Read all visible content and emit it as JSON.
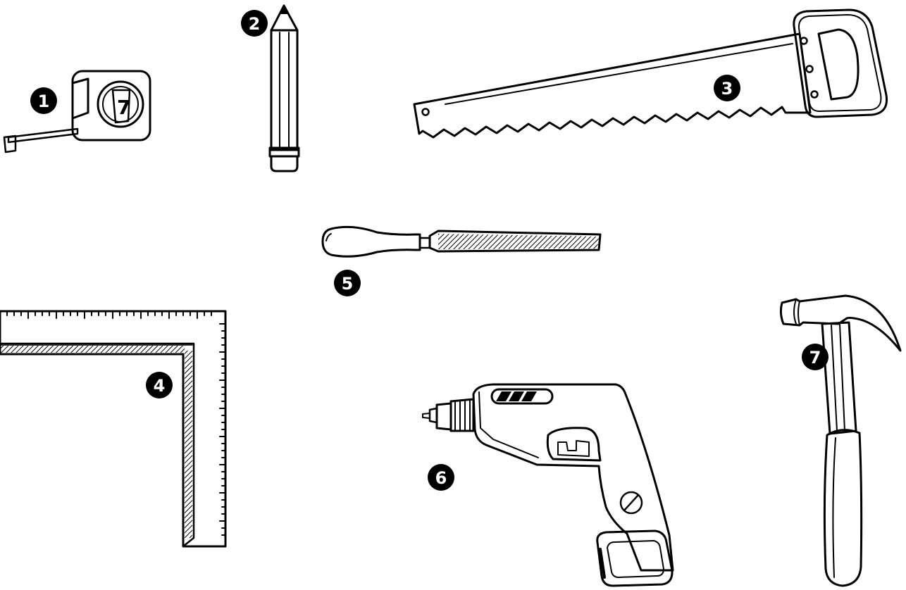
{
  "colors": {
    "ink": "#000000",
    "paper": "#ffffff",
    "badge": "#000000",
    "badge_text": "#ffffff"
  },
  "tools": [
    {
      "id": "tape-measure",
      "number": "1",
      "glyph": "7"
    },
    {
      "id": "pencil",
      "number": "2"
    },
    {
      "id": "hand-saw",
      "number": "3"
    },
    {
      "id": "framing-square",
      "number": "4"
    },
    {
      "id": "file",
      "number": "5"
    },
    {
      "id": "cordless-drill",
      "number": "6"
    },
    {
      "id": "claw-hammer",
      "number": "7"
    }
  ]
}
